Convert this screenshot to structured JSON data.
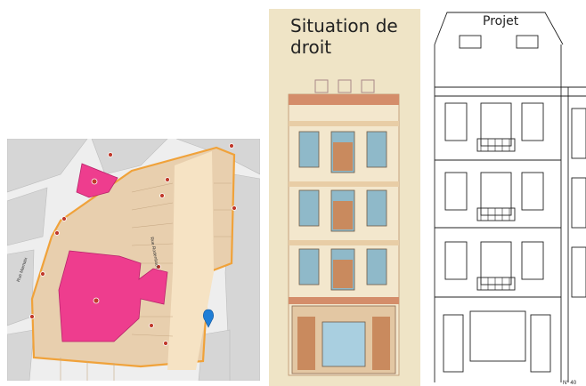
{
  "map": {
    "street_left": "Rue Marnaix",
    "street_main": "Rue Rodenbach",
    "pin_color": "#1f7ed6",
    "parcel_outline_color": "#f0a23a",
    "highlight_color": "#ee3d8e"
  },
  "drawing_old": {
    "title": "Situation de droit"
  },
  "drawing_new": {
    "title": "Projet",
    "number_label": "N° 40"
  }
}
